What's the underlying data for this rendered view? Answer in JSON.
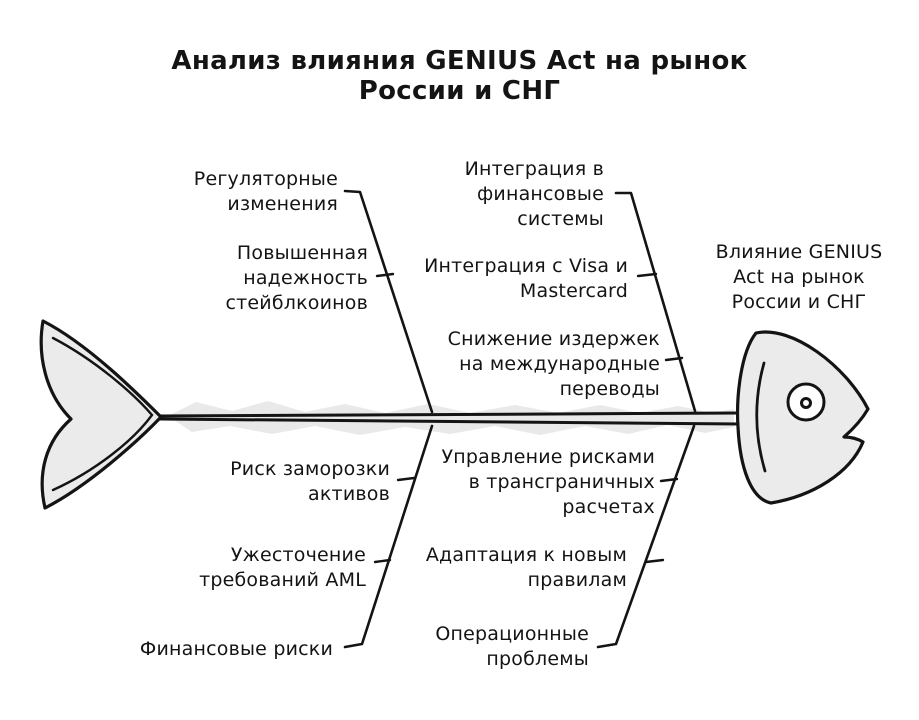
{
  "title": "Анализ влияния GENIUS Act на рынок\nРоссии и СНГ",
  "effect": {
    "label": "Влияние GENIUS\nAct на рынок\nРоссии и СНГ"
  },
  "branches": [
    {
      "id": "regulatory",
      "position": "top-left",
      "title": "Регуляторные\nизменения",
      "items": [
        "Повышенная\nнадежность\nстейблкоинов"
      ]
    },
    {
      "id": "integration",
      "position": "top-right",
      "title": "Интеграция в\nфинансовые\nсистемы",
      "items": [
        "Интеграция с Visa и\nMastercard",
        "Снижение издержек\nна международные\nпереводы"
      ]
    },
    {
      "id": "financial",
      "position": "bottom-left",
      "title": "Финансовые риски",
      "items": [
        "Риск заморозки\nактивов",
        "Ужесточение\nтребований AML"
      ]
    },
    {
      "id": "operational",
      "position": "bottom-right",
      "title": "Операционные\nпроблемы",
      "items": [
        "Управление рисками\nв трансграничных\nрасчетах",
        "Адаптация к новым\nправилам"
      ]
    }
  ],
  "colors": {
    "ink": "#141414",
    "shape_fill": "#ebebeb",
    "spine_highlight": "#e9e9e9",
    "background": "#ffffff"
  }
}
